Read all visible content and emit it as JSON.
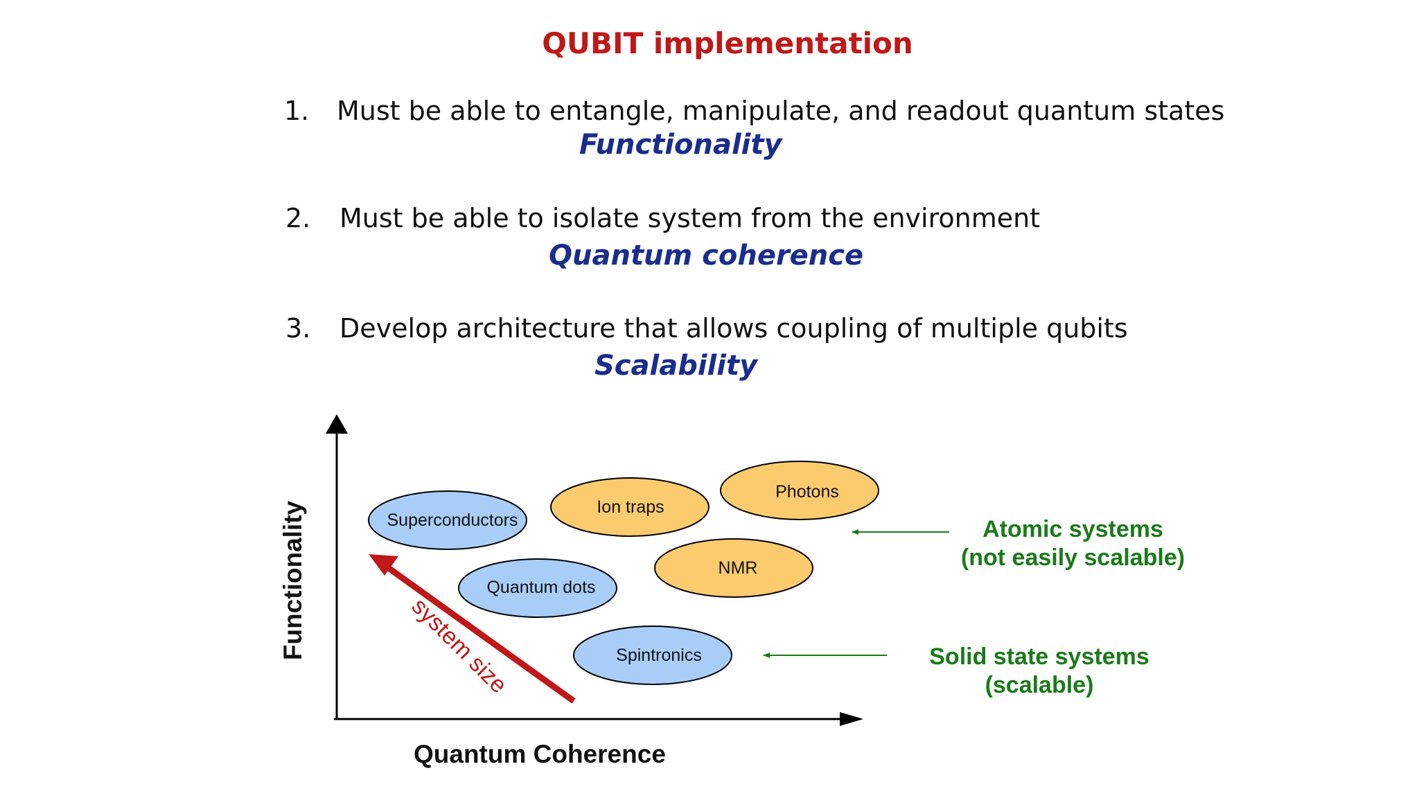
{
  "title": "QUBIT implementation",
  "requirements": [
    {
      "number": "1.",
      "text": "Must be able to entangle, manipulate, and readout quantum states",
      "property": "Functionality"
    },
    {
      "number": "2.",
      "text": "Must be able to isolate system from the environment",
      "property": "Quantum coherence"
    },
    {
      "number": "3.",
      "text": "Develop architecture that allows coupling of multiple qubits",
      "property": "Scalability"
    }
  ],
  "diagram": {
    "y_axis_label": "Functionality",
    "x_axis_label": "Quantum Coherence",
    "arrow_label": "system size",
    "colors": {
      "solid_state": "#a8cdf7",
      "atomic": "#fccb6e",
      "arrow": "#c01818",
      "annotation": "#1a7a1a"
    },
    "systems": [
      {
        "name": "Superconductors",
        "group": "solid_state"
      },
      {
        "name": "Ion traps",
        "group": "atomic"
      },
      {
        "name": "Photons",
        "group": "atomic"
      },
      {
        "name": "Quantum dots",
        "group": "solid_state"
      },
      {
        "name": "NMR",
        "group": "atomic"
      },
      {
        "name": "Spintronics",
        "group": "solid_state"
      }
    ],
    "annotations": {
      "atomic_line1": "Atomic systems",
      "atomic_line2": "(not easily scalable)",
      "solid_line1": "Solid state systems",
      "solid_line2": "(scalable)"
    }
  }
}
